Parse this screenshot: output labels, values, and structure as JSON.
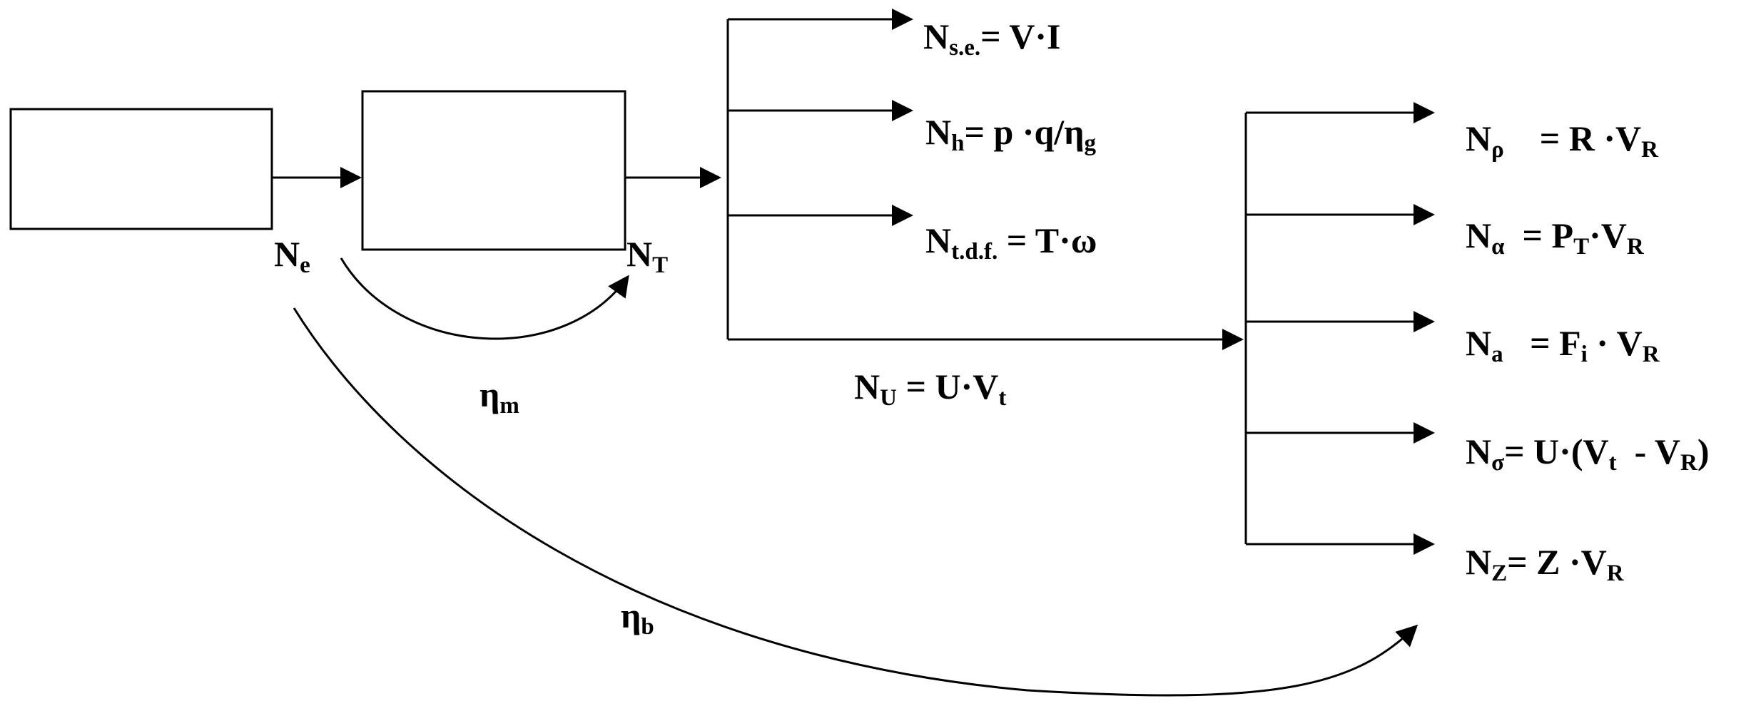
{
  "colors": {
    "stroke": "#000000",
    "background": "#ffffff"
  },
  "nodes": {
    "input_power": {
      "symbol": "N",
      "sub": "e"
    },
    "transmission_power": {
      "symbol": "N",
      "sub": "T"
    }
  },
  "efficiencies": {
    "mechanical": {
      "symbol": "η",
      "sub": "m"
    },
    "overall": {
      "symbol": "η",
      "sub": "b"
    }
  },
  "power_branches": [
    {
      "symbol": "N",
      "sub": "s.e.",
      "rhs": "= V·I"
    },
    {
      "symbol": "N",
      "sub": "h",
      "rhs": "= p ·q/η",
      "rhs_sub": "g"
    },
    {
      "symbol": "N",
      "sub": "t.d.f.",
      "rhs": " = T·ω"
    }
  ],
  "traction": {
    "symbol": "N",
    "sub": "U",
    "rhs": " = U·V",
    "rhs_sub": "t"
  },
  "traction_branches": [
    {
      "symbol": "N",
      "sub": "ρ",
      "rhs": "    = R ·V",
      "rhs_sub": "R"
    },
    {
      "symbol": "N",
      "sub": "α",
      "rhs": "  = P",
      "rhs_sub": "T",
      "rhs2": "·V",
      "rhs2_sub": "R"
    },
    {
      "symbol": "N",
      "sub": "a",
      "rhs": "   = F",
      "rhs_sub": "i",
      "rhs2": " · V",
      "rhs2_sub": "R"
    },
    {
      "symbol": "N",
      "sub": "σ",
      "rhs": "= U·(V",
      "rhs_sub": "t",
      "rhs2": "  - V",
      "rhs2_sub": "R",
      "rhs3": ")"
    },
    {
      "symbol": "N",
      "sub": "Z",
      "rhs": "= Z ·V",
      "rhs_sub": "R"
    }
  ]
}
